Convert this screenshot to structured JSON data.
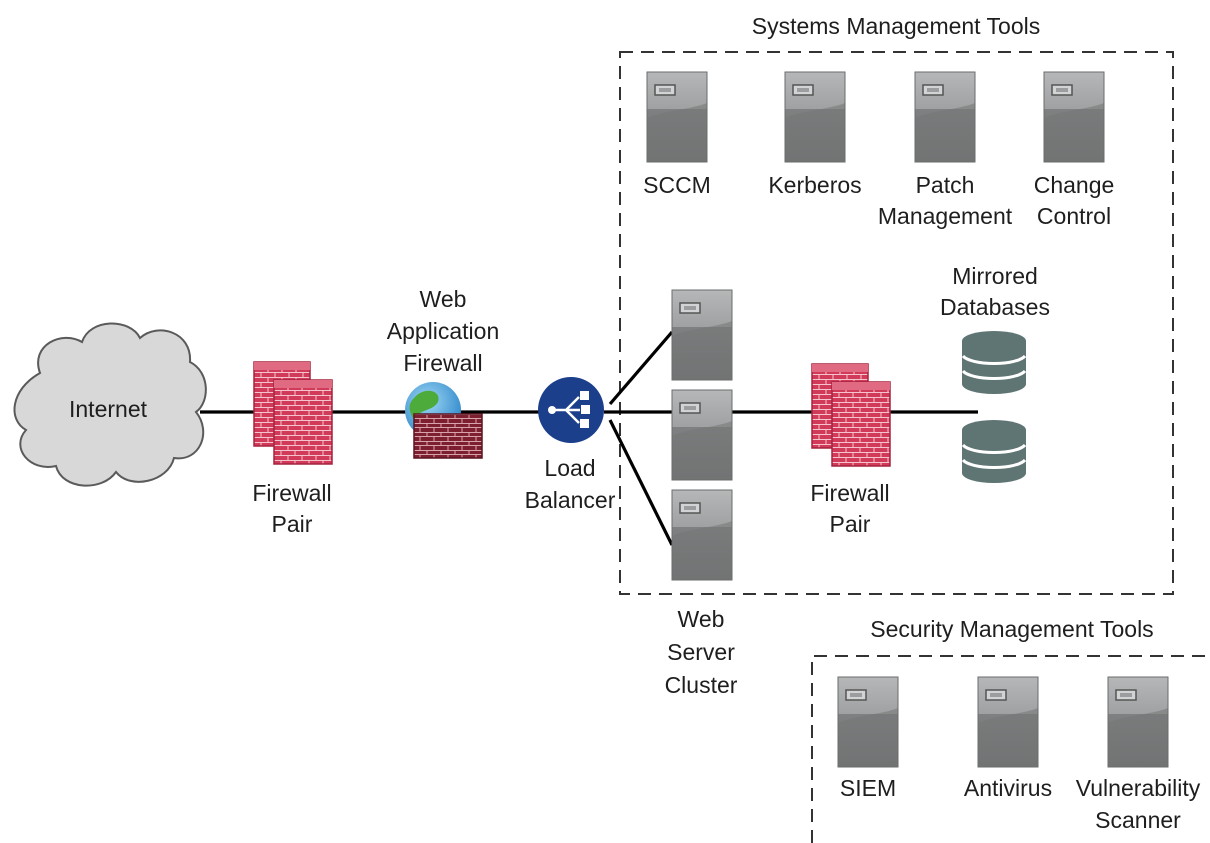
{
  "groups": {
    "systems": {
      "title": "Systems Management Tools",
      "servers": [
        {
          "label": [
            "SCCM"
          ]
        },
        {
          "label": [
            "Kerberos"
          ]
        },
        {
          "label": [
            "Patch",
            "Management"
          ]
        },
        {
          "label": [
            "Change",
            "Control"
          ]
        }
      ]
    },
    "security": {
      "title": "Security Management Tools",
      "servers": [
        {
          "label": [
            "SIEM"
          ]
        },
        {
          "label": [
            "Antivirus"
          ]
        },
        {
          "label": [
            "Vulnerability",
            "Scanner"
          ]
        }
      ]
    }
  },
  "nodes": {
    "internet": {
      "label": "Internet"
    },
    "firewall_pair_outer": {
      "label": [
        "Firewall",
        "Pair"
      ]
    },
    "waf": {
      "label": [
        "Web",
        "Application",
        "Firewall"
      ]
    },
    "load_balancer": {
      "label": [
        "Load",
        "Balancer"
      ]
    },
    "web_server_cluster": {
      "label": [
        "Web",
        "Server",
        "Cluster"
      ]
    },
    "firewall_pair_inner": {
      "label": [
        "Firewall",
        "Pair"
      ]
    },
    "mirrored_databases": {
      "label": [
        "Mirrored",
        "Databases"
      ]
    }
  },
  "icons": {
    "server": "server-icon",
    "firewall": "firewall-icon",
    "globe": "globe-icon",
    "brick_wall": "brick-wall-icon",
    "load_balancer": "load-balancer-icon",
    "database": "database-icon",
    "cloud": "cloud-icon"
  },
  "colors": {
    "firewall_red": "#c8314f",
    "server_gray": "#8d8f90",
    "load_balancer_blue": "#1b3f8a",
    "database_teal": "#5f7574",
    "cloud_gray": "#d8d8d8"
  }
}
